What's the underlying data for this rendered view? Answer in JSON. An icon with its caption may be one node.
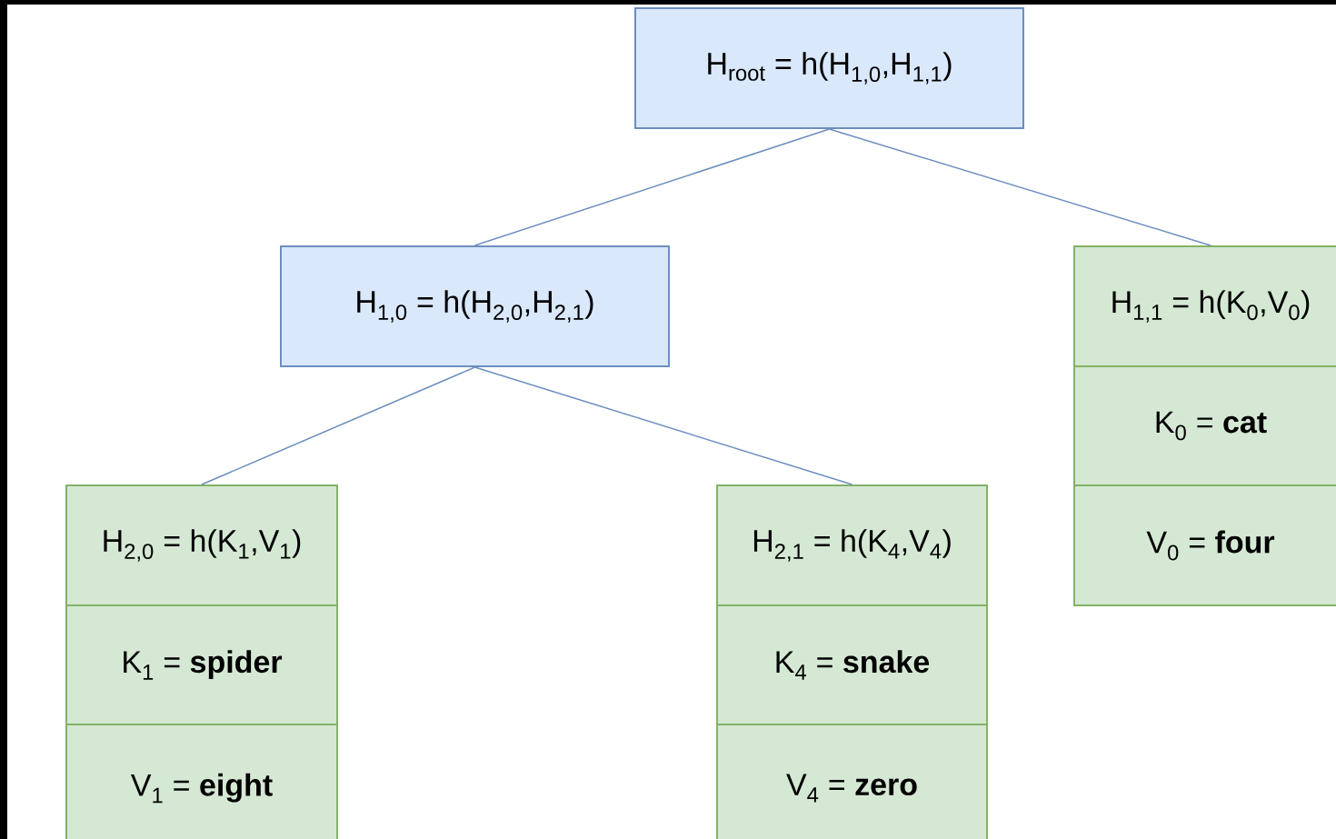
{
  "diagram": {
    "nodes": [
      {
        "text": [
          "H$_{root}$ = h(H$_{1,0}$,H$_{1,1}$)"
        ]
      },
      {
        "text": [
          "H$_{1,0}$ = h(H$_{2,0}$,H$_{2,1}$)"
        ]
      },
      {
        "text": [
          "H$_{1,1}$ = h(K$_{0}$,V$_{0}$)"
        ]
      },
      {
        "text": [
          "K$_{0}$ = **cat**"
        ]
      },
      {
        "text": [
          "V$_{0}$ = **four**"
        ]
      },
      {
        "text": [
          "H$_{2,0}$ = h(K$_{1}$,V$_{1}$)"
        ]
      },
      {
        "text": [
          "K$_{1}$ = **spider**"
        ]
      },
      {
        "text": [
          "V$_{1}$ = **eight**"
        ]
      },
      {
        "text": [
          "H$_{2,1}$ = h(K$_{4}$,V$_{4}$)"
        ]
      },
      {
        "text": [
          "K$_{4}$ = **snake**"
        ]
      },
      {
        "text": [
          "V$_{4}$ = **zero**"
        ]
      }
    ],
    "edges": [
      {
        "from": 0,
        "to": 1,
        "arrow": "none"
      },
      {
        "from": 0,
        "to": 2,
        "arrow": "none"
      },
      {
        "from": 1,
        "to": 5,
        "arrow": "none"
      },
      {
        "from": 1,
        "to": 8,
        "arrow": "none"
      }
    ]
  }
}
